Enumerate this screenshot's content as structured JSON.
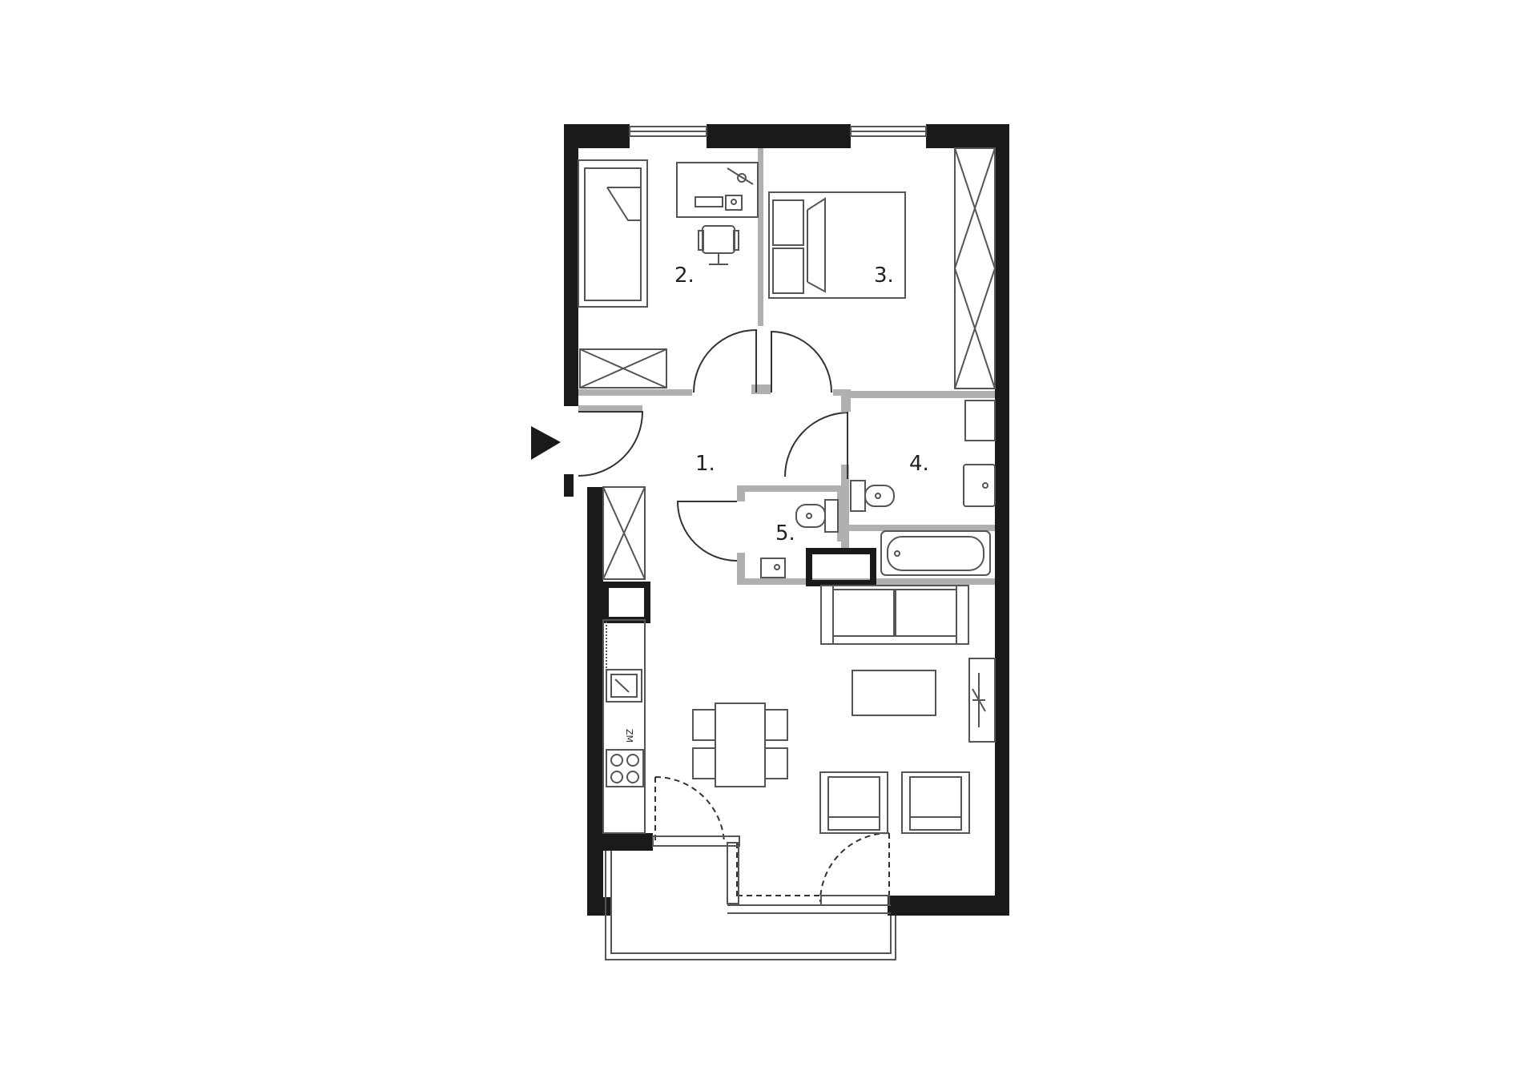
{
  "plan": {
    "rooms": [
      {
        "id": "hall",
        "label": "1."
      },
      {
        "id": "bedroom-small",
        "label": "2."
      },
      {
        "id": "bedroom-master",
        "label": "3."
      },
      {
        "id": "bathroom",
        "label": "4."
      },
      {
        "id": "wc",
        "label": "5."
      }
    ],
    "kitchen_mark": "ZM",
    "colors": {
      "wall": "#1a1a1a",
      "partition": "#a8a8a8",
      "furniture_line": "#555555",
      "background": "#ffffff"
    },
    "entrance_marker": "entrance-arrow-icon"
  }
}
